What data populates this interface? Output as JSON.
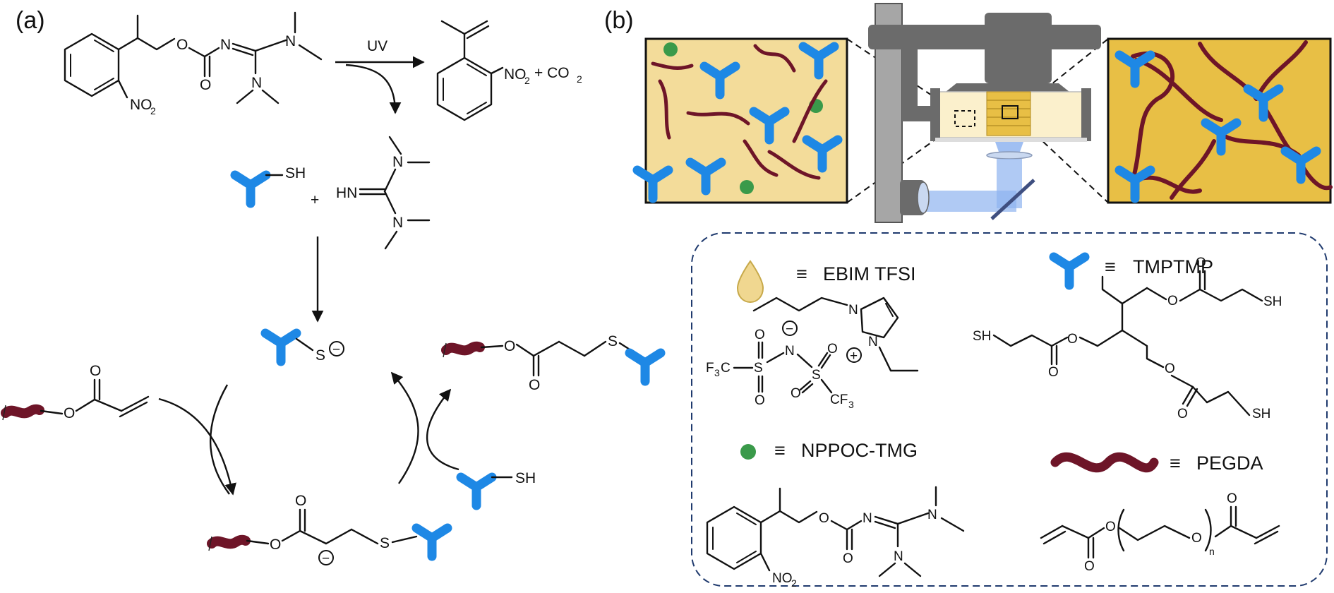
{
  "panel_labels": {
    "a": "(a)",
    "b": "(b)"
  },
  "colors": {
    "thiol_blue": "#1e88e5",
    "pegda_maroon": "#6e1528",
    "nppoc_green": "#3a9a4a",
    "ionic_liquid_light": "#f3dc9a",
    "ionic_liquid_dark": "#e8bf45",
    "printer_gray": "#6b6b6b",
    "light_beam": "#8fb4f0",
    "legend_border": "#1f3a6e"
  },
  "scheme": {
    "uv_label": "UV",
    "no2": "NO",
    "no2_sub": "2",
    "co2_prefix": "+ CO",
    "co2_sub": "2",
    "o": "O",
    "n": "N",
    "s": "S",
    "sh": "SH",
    "hn": "HN",
    "plus": "+",
    "neg": "−"
  },
  "legend": {
    "ebim_symbol": "≡",
    "ebim_label": "EBIM TFSI",
    "tmptmp_symbol": "≡",
    "tmptmp_label": "TMPTMP",
    "nppoc_symbol": "≡",
    "nppoc_label": "NPPOC-TMG",
    "pegda_symbol": "≡",
    "pegda_label": "PEGDA",
    "f3c_prefix": "F",
    "f3c_sub": "3",
    "f3c_suffix": "C",
    "cf3_prefix": "CF",
    "cf3_sub": "3",
    "n_subscript": "n",
    "plus_charge": "+",
    "minus_charge": "−"
  }
}
